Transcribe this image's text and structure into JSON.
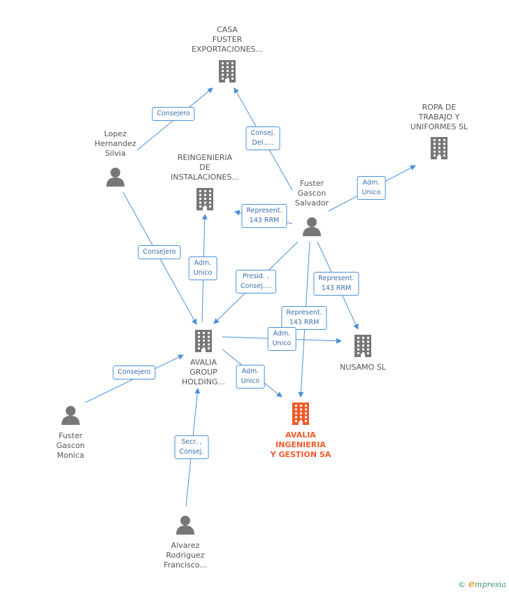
{
  "colors": {
    "edge": "#4a90d9",
    "company": "#777777",
    "person": "#777777",
    "main_company": "#f05a28"
  },
  "nodes": [
    {
      "id": "casa",
      "type": "company",
      "label": [
        "CASA",
        "FUSTER",
        "EXPORTACIONES..."
      ]
    },
    {
      "id": "ropa",
      "type": "company",
      "label": [
        "ROPA DE",
        "TRABAJO Y",
        "UNIFORMES SL"
      ]
    },
    {
      "id": "lopez",
      "type": "person",
      "label": [
        "Lopez",
        "Hernandez",
        "Silvia"
      ]
    },
    {
      "id": "reing",
      "type": "company",
      "label": [
        "REINGENIERIA",
        "DE",
        "INSTALACIONES..."
      ]
    },
    {
      "id": "salvador",
      "type": "person",
      "label": [
        "Fuster",
        "Gascon",
        "Salvador"
      ]
    },
    {
      "id": "avaliagroup",
      "type": "company",
      "label": [
        "AVALIA",
        "GROUP",
        "HOLDING..."
      ]
    },
    {
      "id": "nusamo",
      "type": "company",
      "label": [
        "NUSAMO SL"
      ]
    },
    {
      "id": "avaliaing",
      "type": "main",
      "label": [
        "AVALIA",
        "INGENIERIA",
        "Y GESTION SA"
      ]
    },
    {
      "id": "monica",
      "type": "person",
      "label": [
        "Fuster",
        "Gascon",
        "Monica"
      ]
    },
    {
      "id": "alvarez",
      "type": "person",
      "label": [
        "Alvarez",
        "Rodriguez",
        "Francisco..."
      ]
    }
  ],
  "edges": [
    {
      "from": "lopez",
      "to": "casa",
      "label": [
        "Consejero"
      ]
    },
    {
      "from": "salvador",
      "to": "casa",
      "label": [
        "Consej.",
        "Del.,..."
      ]
    },
    {
      "from": "salvador",
      "to": "ropa",
      "label": [
        "Adm.",
        "Unico"
      ]
    },
    {
      "from": "salvador",
      "to": "reing",
      "label": [
        "Represent.",
        "143 RRM"
      ]
    },
    {
      "from": "lopez",
      "to": "avaliagroup",
      "label": [
        "Consejero"
      ]
    },
    {
      "from": "avaliagroup",
      "to": "reing",
      "label": [
        "Adm.",
        "Unico"
      ]
    },
    {
      "from": "salvador",
      "to": "avaliagroup",
      "label": [
        "Presid. ,",
        "Consej...."
      ]
    },
    {
      "from": "salvador",
      "to": "nusamo",
      "label": [
        "Represent.",
        "143 RRM"
      ]
    },
    {
      "from": "salvador",
      "to": "avaliaing",
      "label": [
        "Represent.",
        "143 RRM"
      ]
    },
    {
      "from": "avaliagroup",
      "to": "nusamo",
      "label": [
        "Adm.",
        "Unico"
      ]
    },
    {
      "from": "avaliagroup",
      "to": "avaliaing",
      "label": [
        "Adm.",
        "Unico"
      ]
    },
    {
      "from": "monica",
      "to": "avaliagroup",
      "label": [
        "Consejero"
      ]
    },
    {
      "from": "alvarez",
      "to": "avaliagroup",
      "label": [
        "Secr. ,",
        "Consej."
      ]
    }
  ],
  "footer": {
    "copyright": "©",
    "brand_initial": "e",
    "brand_rest": "mpresia"
  }
}
